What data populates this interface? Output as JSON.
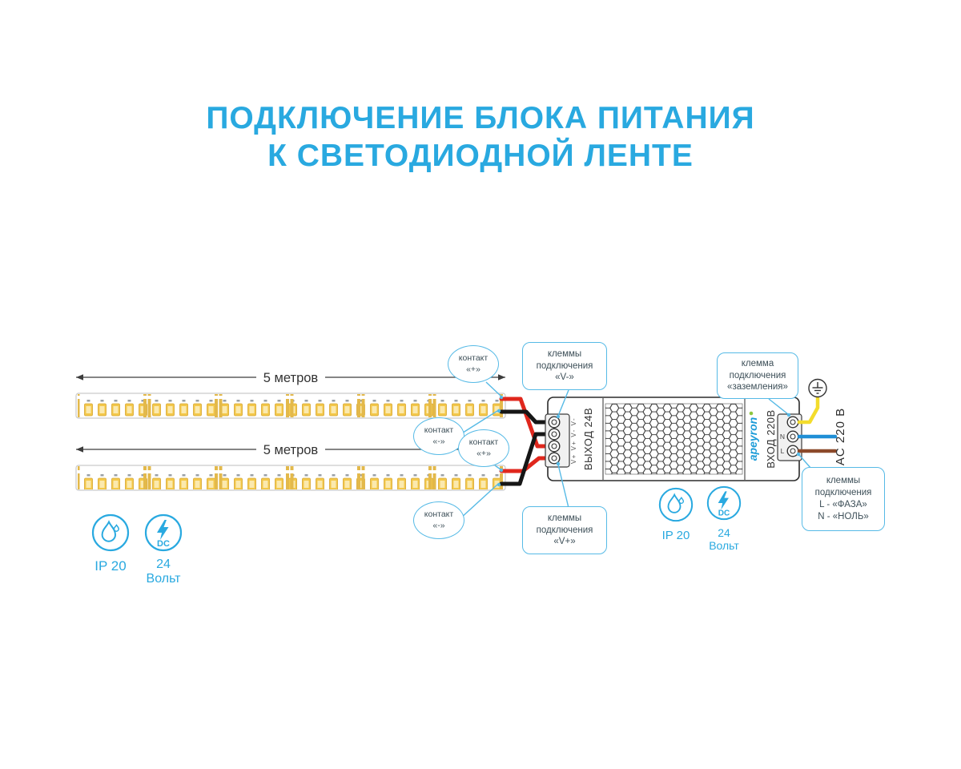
{
  "title": {
    "line1": "ПОДКЛЮЧЕНИЕ БЛОКА ПИТАНИЯ",
    "line2": "К СВЕТОДИОДНОЙ ЛЕНТЕ"
  },
  "dimensions": {
    "strip1": "5 метров",
    "strip2": "5 метров"
  },
  "psu": {
    "output_label": "ВЫХОД 24В",
    "input_label": "ВХОД 220В",
    "brand": "apeyron",
    "output_terms": "V+ V+ V- V-",
    "term_n": "N",
    "term_l": "L"
  },
  "labels": {
    "ac": "AC 220 В"
  },
  "callouts": {
    "contact_plus1": {
      "l1": "контакт",
      "l2": "«+»"
    },
    "contact_minus1": {
      "l1": "контакт",
      "l2": "«-»"
    },
    "contact_plus2": {
      "l1": "контакт",
      "l2": "«+»"
    },
    "contact_minus2": {
      "l1": "контакт",
      "l2": "«-»"
    },
    "vminus": {
      "l1": "клеммы",
      "l2": "подключения",
      "l3": "«V-»"
    },
    "vplus": {
      "l1": "клеммы",
      "l2": "подключения",
      "l3": "«V+»"
    },
    "ground": {
      "l1": "клемма",
      "l2": "подключения",
      "l3": "«заземления»"
    },
    "ln": {
      "l1": "клеммы",
      "l2": "подключения",
      "l3": "L - «ФАЗА»",
      "l4": "N - «НОЛЬ»"
    }
  },
  "badges": {
    "left": {
      "ip": "IP 20",
      "dc": "DC",
      "volt1": "24",
      "volt2": "Вольт"
    },
    "right": {
      "ip": "IP 20",
      "dc": "DC",
      "volt1": "24",
      "volt2": "Вольт"
    }
  },
  "colors": {
    "accent": "#29A9E0",
    "callout_blue": "#56BAE6",
    "text_dark": "#3d4f58",
    "wire_red": "#E0271D",
    "wire_black": "#161616",
    "wire_yellow": "#F3DC2C",
    "wire_blue": "#1F8FD6",
    "wire_brown": "#8C4A2B",
    "led_gold": "#F3C84B",
    "brand_blue": "#1D9CD8",
    "brand_green": "#8DC63F"
  }
}
